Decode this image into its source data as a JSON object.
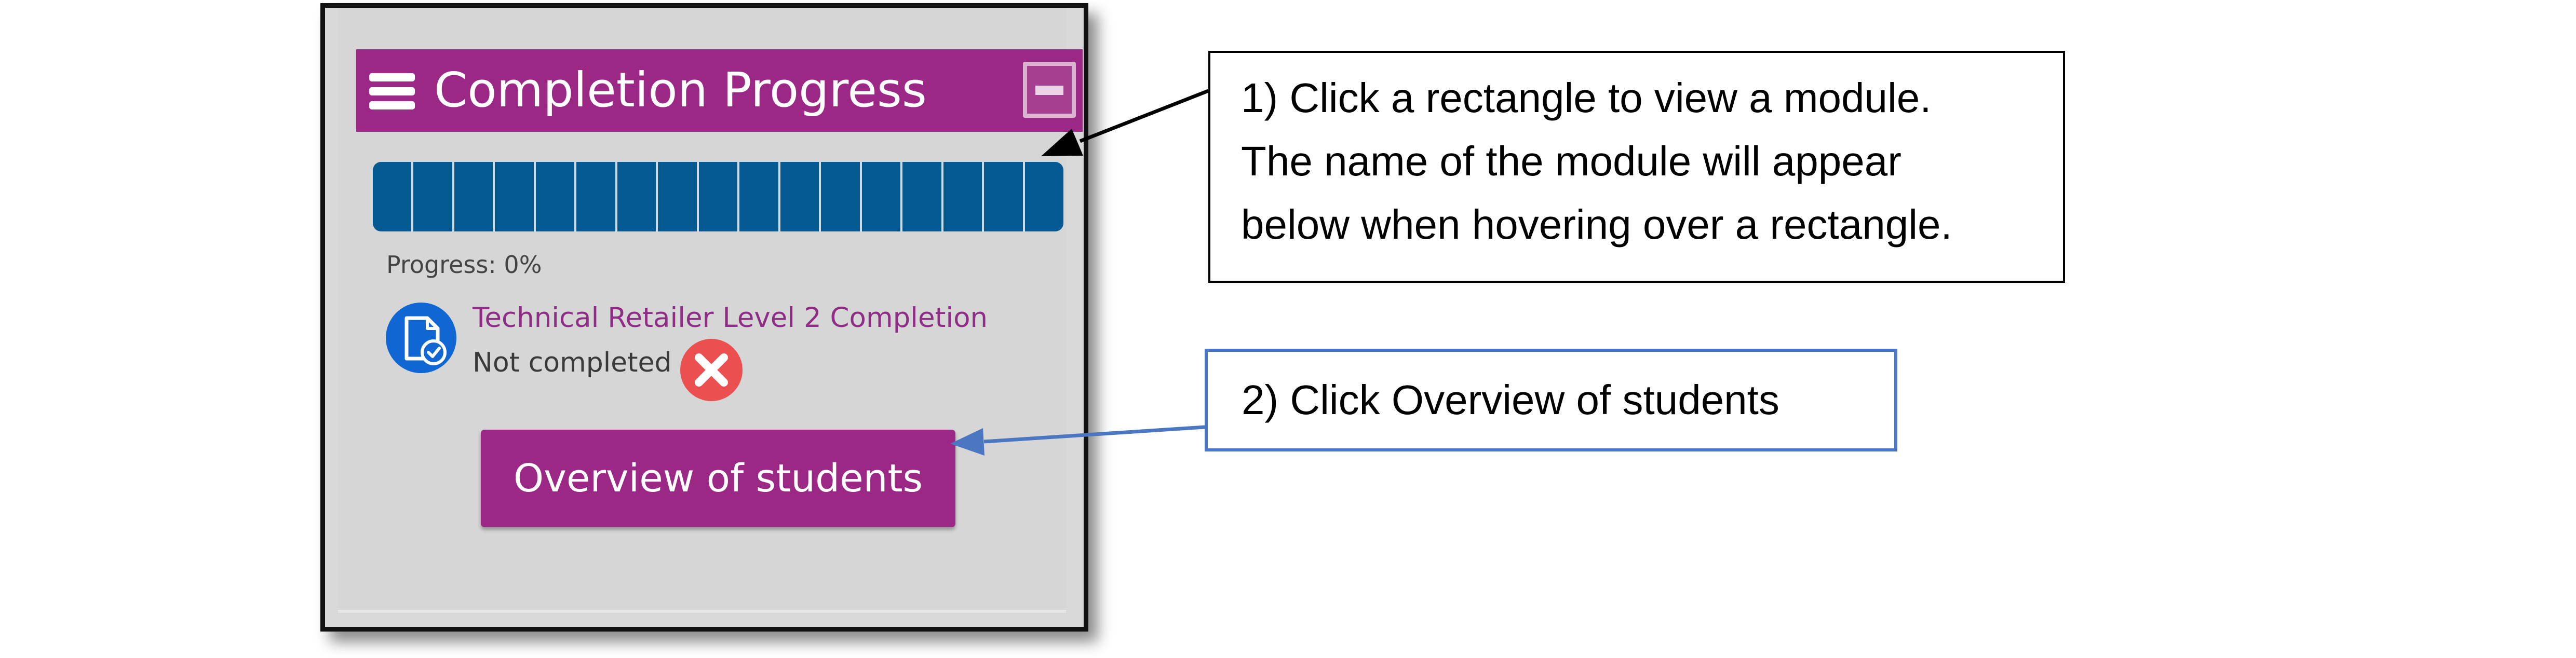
{
  "block": {
    "title": "Completion Progress",
    "collapse_icon": "minus-square-icon",
    "menu_icon": "hamburger-menu-icon",
    "accent_color": "#9c2885",
    "progress_bar_color": "#035990",
    "module_count": 17,
    "progress_label": "Progress: 0%",
    "item": {
      "icon": "document-check-icon",
      "title": "Technical Retailer Level 2 Completion",
      "status": "Not completed",
      "status_icon": "red-x-circle-icon"
    },
    "overview_button": "Overview of students"
  },
  "callouts": {
    "first_lines": [
      "1) Click a rectangle to view a module.",
      "The name of the module will appear",
      "below when hovering over a rectangle."
    ],
    "second": "2) Click Overview of students"
  }
}
